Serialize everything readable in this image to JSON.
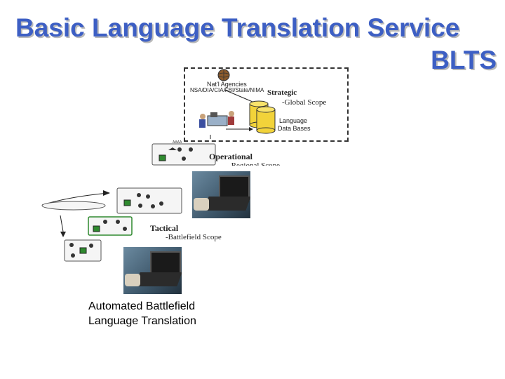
{
  "title": {
    "line1": "Basic Language Translation Service",
    "line2": "BLTS"
  },
  "strategic": {
    "agencies_label": "Nat'l Agencies",
    "agencies_list": "NSA/DIA/CIA/FBI/State/NIMA",
    "tier_label": "Strategic",
    "scope_label": "-Global Scope",
    "db_label_1": "Language",
    "db_label_2": "Data Bases"
  },
  "operational": {
    "tier_label": "Operational",
    "scope_label": "-Regional Scope"
  },
  "tactical": {
    "tier_label": "Tactical",
    "scope_label": "-Battlefield Scope"
  },
  "caption": {
    "line1": "Automated Battlefield",
    "line2": "Language Translation"
  },
  "colors": {
    "title": "#3d5fc4",
    "network_green": "#2f8a2f"
  },
  "icons": [
    "globe-icon",
    "database-icon",
    "people-icon",
    "laptop-icon",
    "aircraft-icon",
    "soldier-icon"
  ]
}
